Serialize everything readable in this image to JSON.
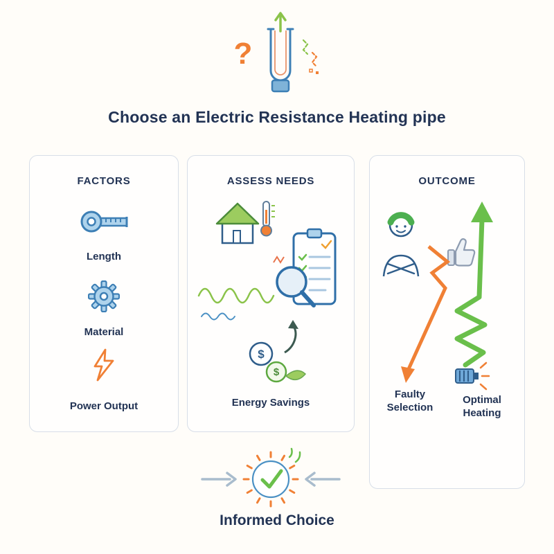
{
  "title": "Choose an Electric Resistance Heating pipe",
  "header": {
    "question_mark": "?"
  },
  "cards": {
    "factors": {
      "heading": "FACTORS",
      "items": [
        {
          "icon": "tape-measure-icon",
          "label": "Length"
        },
        {
          "icon": "gear-icon",
          "label": "Material"
        },
        {
          "icon": "lightning-icon",
          "label": "Power Output"
        }
      ]
    },
    "assess": {
      "heading": "ASSESS NEEDS",
      "energy_label": "Energy Savings",
      "coin_symbol": "$"
    },
    "outcome": {
      "heading": "OUTCOME",
      "negative_label": "Faulty Selection",
      "positive_label": "Optimal Heating"
    }
  },
  "footer": {
    "label": "Informed Choice"
  },
  "colors": {
    "navy": "#223354",
    "blue": "#3d7fb5",
    "light_blue": "#aed3ec",
    "green": "#8bc34a",
    "dark_green": "#4c8c3a",
    "orange": "#f08035",
    "card_border": "#d7dee8"
  }
}
